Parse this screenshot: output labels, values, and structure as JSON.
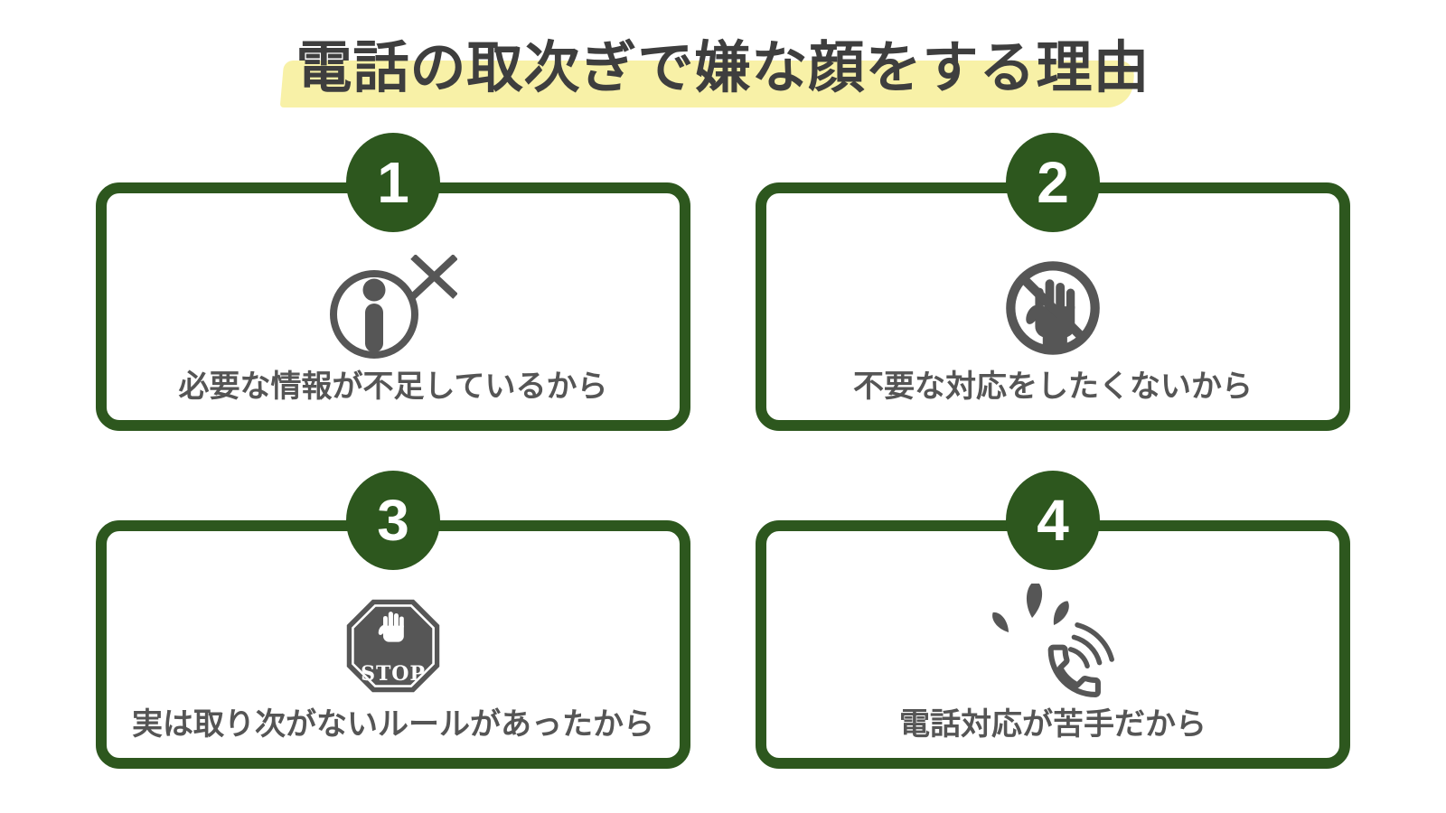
{
  "title": {
    "text": "電話の取次ぎで嫌な顔をする理由"
  },
  "colors": {
    "accent_green": "#2d571e",
    "icon_gray": "#565656",
    "label_gray": "#555555",
    "title_gray": "#3e3e3e",
    "highlight_yellow": "#f8f1a7",
    "background": "#ffffff"
  },
  "cards": [
    {
      "number": "1",
      "icon": "info-missing-icon",
      "label": "必要な情報が不足しているから"
    },
    {
      "number": "2",
      "icon": "no-hand-icon",
      "label": "不要な対応をしたくないから"
    },
    {
      "number": "3",
      "icon": "stop-sign-icon",
      "stop_text": "STOP",
      "label": "実は取り次がないルールがあったから"
    },
    {
      "number": "4",
      "icon": "ringing-phone-icon",
      "label": "電話対応が苦手だから"
    }
  ]
}
